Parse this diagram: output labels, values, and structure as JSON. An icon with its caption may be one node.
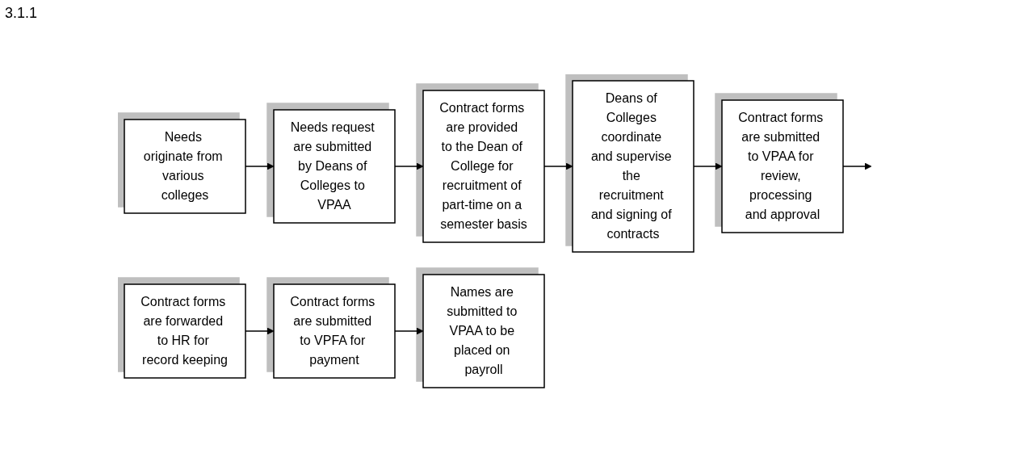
{
  "diagram": {
    "nodes": [
      {
        "text": [
          "Needs originate from various colleges"
        ]
      },
      {
        "text": [
          "Needs request are submitted by Deans of Colleges to VPAA"
        ]
      },
      {
        "text": [
          "Contract forms are provided to the Dean of College for recruitment of part-time on a semester basis"
        ]
      },
      {
        "text": [
          "Deans of Colleges coordinate and supervise the recruitment and signing of contracts"
        ]
      },
      {
        "text": [
          "Contract forms are submitted to VPAA for review, processing and approval"
        ]
      },
      {
        "text": [
          "Contract forms are forwarded to HR for record keeping"
        ]
      },
      {
        "text": [
          "Contract forms are submitted to VPFA for payment"
        ]
      },
      {
        "text": [
          "Names are submitted to VPAA to be placed on payroll"
        ]
      }
    ],
    "edges": [
      {
        "from": 0,
        "to": 1,
        "arrow": "to"
      },
      {
        "from": 1,
        "to": 2,
        "arrow": "to"
      },
      {
        "from": 2,
        "to": 3,
        "arrow": "to"
      },
      {
        "from": 3,
        "to": 4,
        "arrow": "to"
      },
      {
        "from": 4,
        "to": null,
        "arrow": "to"
      },
      {
        "from": 5,
        "to": 6,
        "arrow": "to"
      },
      {
        "from": 6,
        "to": 7,
        "arrow": "to"
      }
    ],
    "labels": [
      "3.1.1"
    ]
  }
}
